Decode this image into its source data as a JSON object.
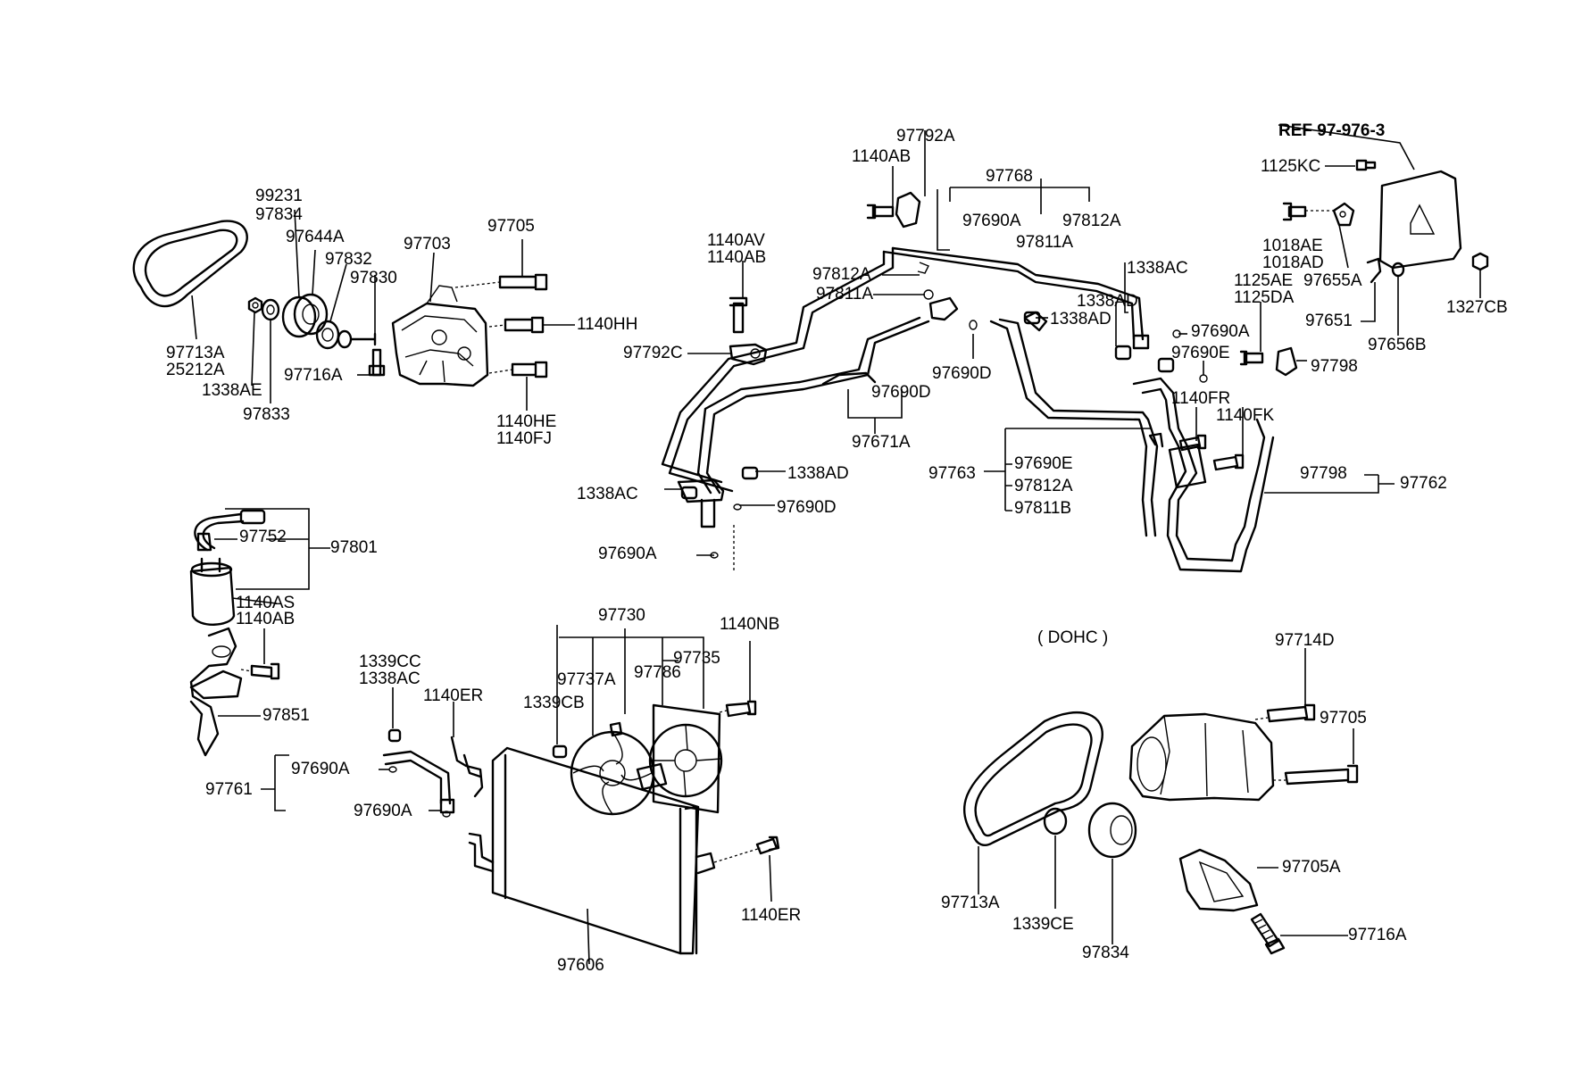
{
  "title": "( DOHC )",
  "ref": "REF 97-976-3",
  "labels": [
    "99231",
    "97834",
    "97644A",
    "97832",
    "97830",
    "97703",
    "97705",
    "1140HH",
    "97713A",
    "25212A",
    "1338AE",
    "97833",
    "97716A",
    "1140HE",
    "1140FJ",
    "1140AV",
    "1140AB",
    "97792C",
    "97792A",
    "1140AB",
    "97768",
    "97690A",
    "97812A",
    "97811A",
    "97812A",
    "97811A",
    "1338AC",
    "1338AD",
    "1338AD",
    "97690A",
    "97690E",
    "97690D",
    "97690D",
    "97671A",
    "1338AD",
    "1338AC",
    "97690D",
    "97690A",
    "1140FR",
    "1140FK",
    "97763",
    "97690E",
    "97812A",
    "97811B",
    "97798",
    "97762",
    "1125KC",
    "1018AE",
    "1018AD",
    "97655A",
    "1125AE",
    "1125DA",
    "97651",
    "97656B",
    "1327CB",
    "97798",
    "97752",
    "97801",
    "1140AS",
    "1140AB",
    "97851",
    "97730",
    "1140NB",
    "97737A",
    "97786",
    "97735",
    "1339CB",
    "1339CC",
    "1338AC",
    "1140ER",
    "97761",
    "97690A",
    "97690A",
    "1140ER",
    "97606",
    "97714D",
    "97705",
    "97705A",
    "97713A",
    "1339CE",
    "97834",
    "97716A"
  ]
}
